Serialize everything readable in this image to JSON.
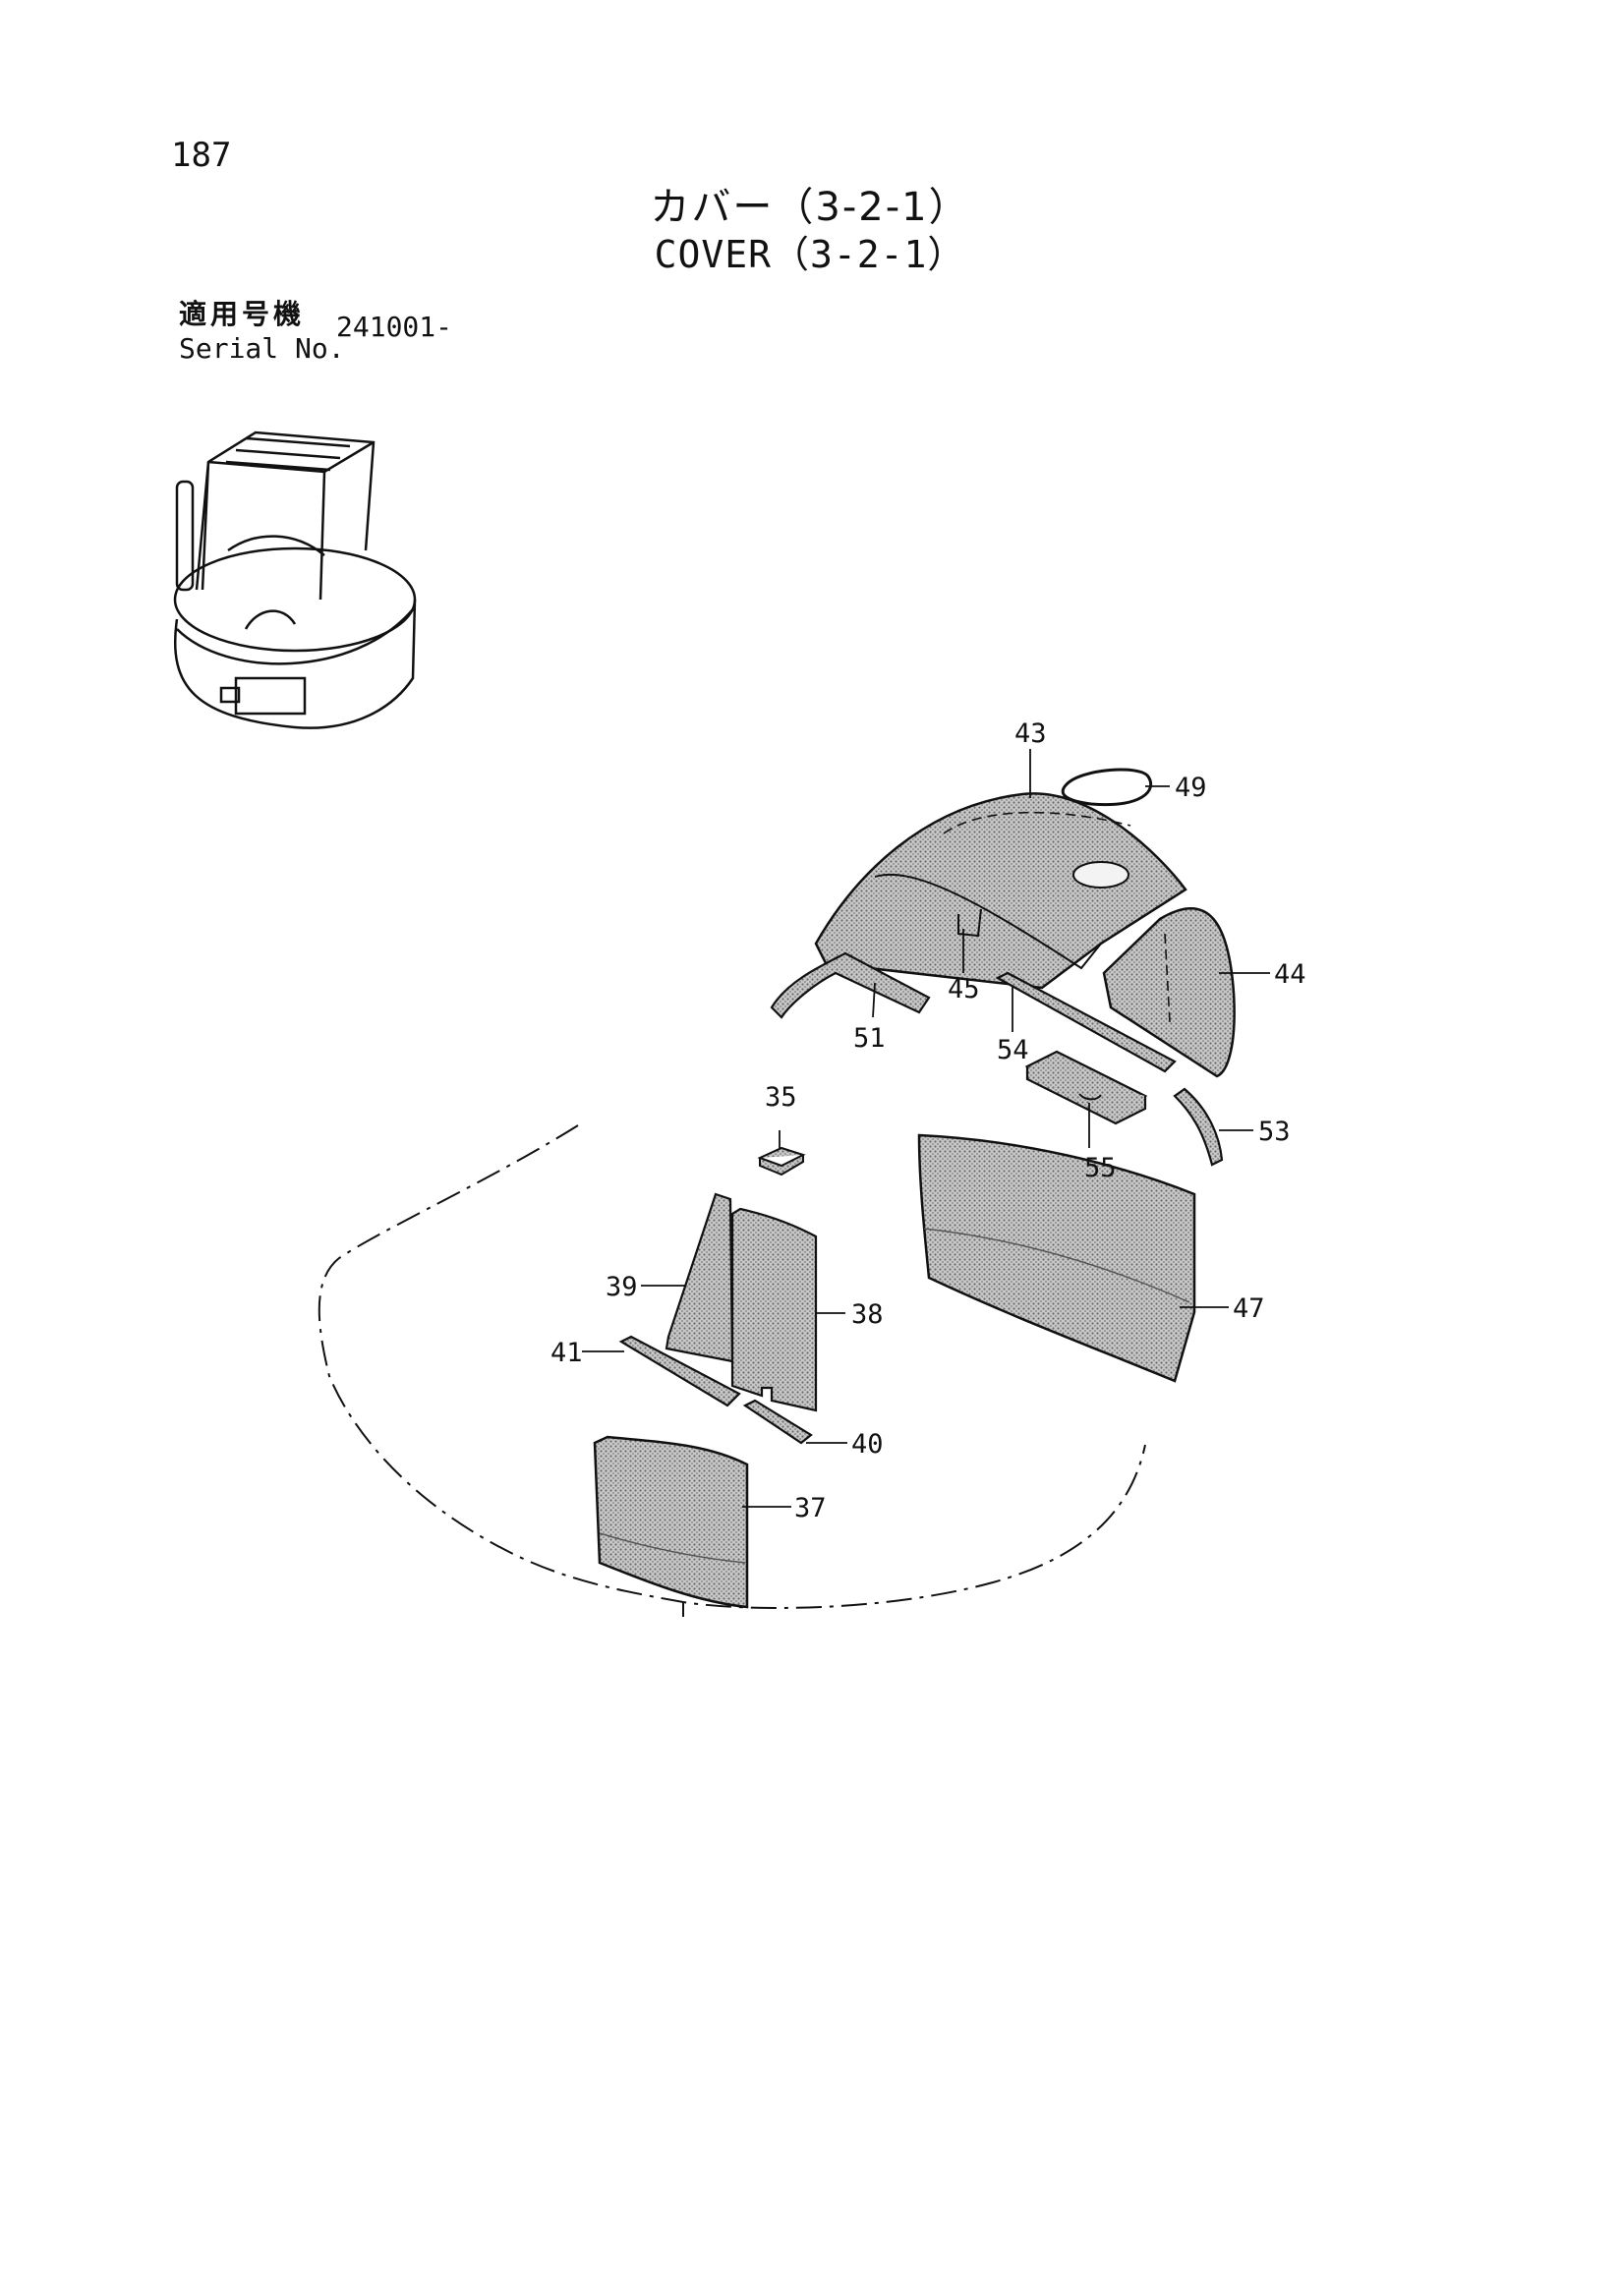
{
  "page": {
    "number": "187"
  },
  "title": {
    "japanese": "カバー（3-2-1）",
    "english": "COVER（3-2-1）"
  },
  "serial": {
    "label_japanese": "適用号機",
    "label_english": "Serial No.",
    "value": "241001-"
  },
  "colors": {
    "ink": "#111111",
    "hatch": "#9a9a9a",
    "paper": "#ffffff"
  },
  "icons": {
    "overview": "excavator-cab-locator-icon"
  },
  "callouts": {
    "c35": "35",
    "c37": "37",
    "c38": "38",
    "c39": "39",
    "c40": "40",
    "c41": "41",
    "c43": "43",
    "c44": "44",
    "c45": "45",
    "c47": "47",
    "c49": "49",
    "c51": "51",
    "c53": "53",
    "c54": "54",
    "c55": "55"
  }
}
